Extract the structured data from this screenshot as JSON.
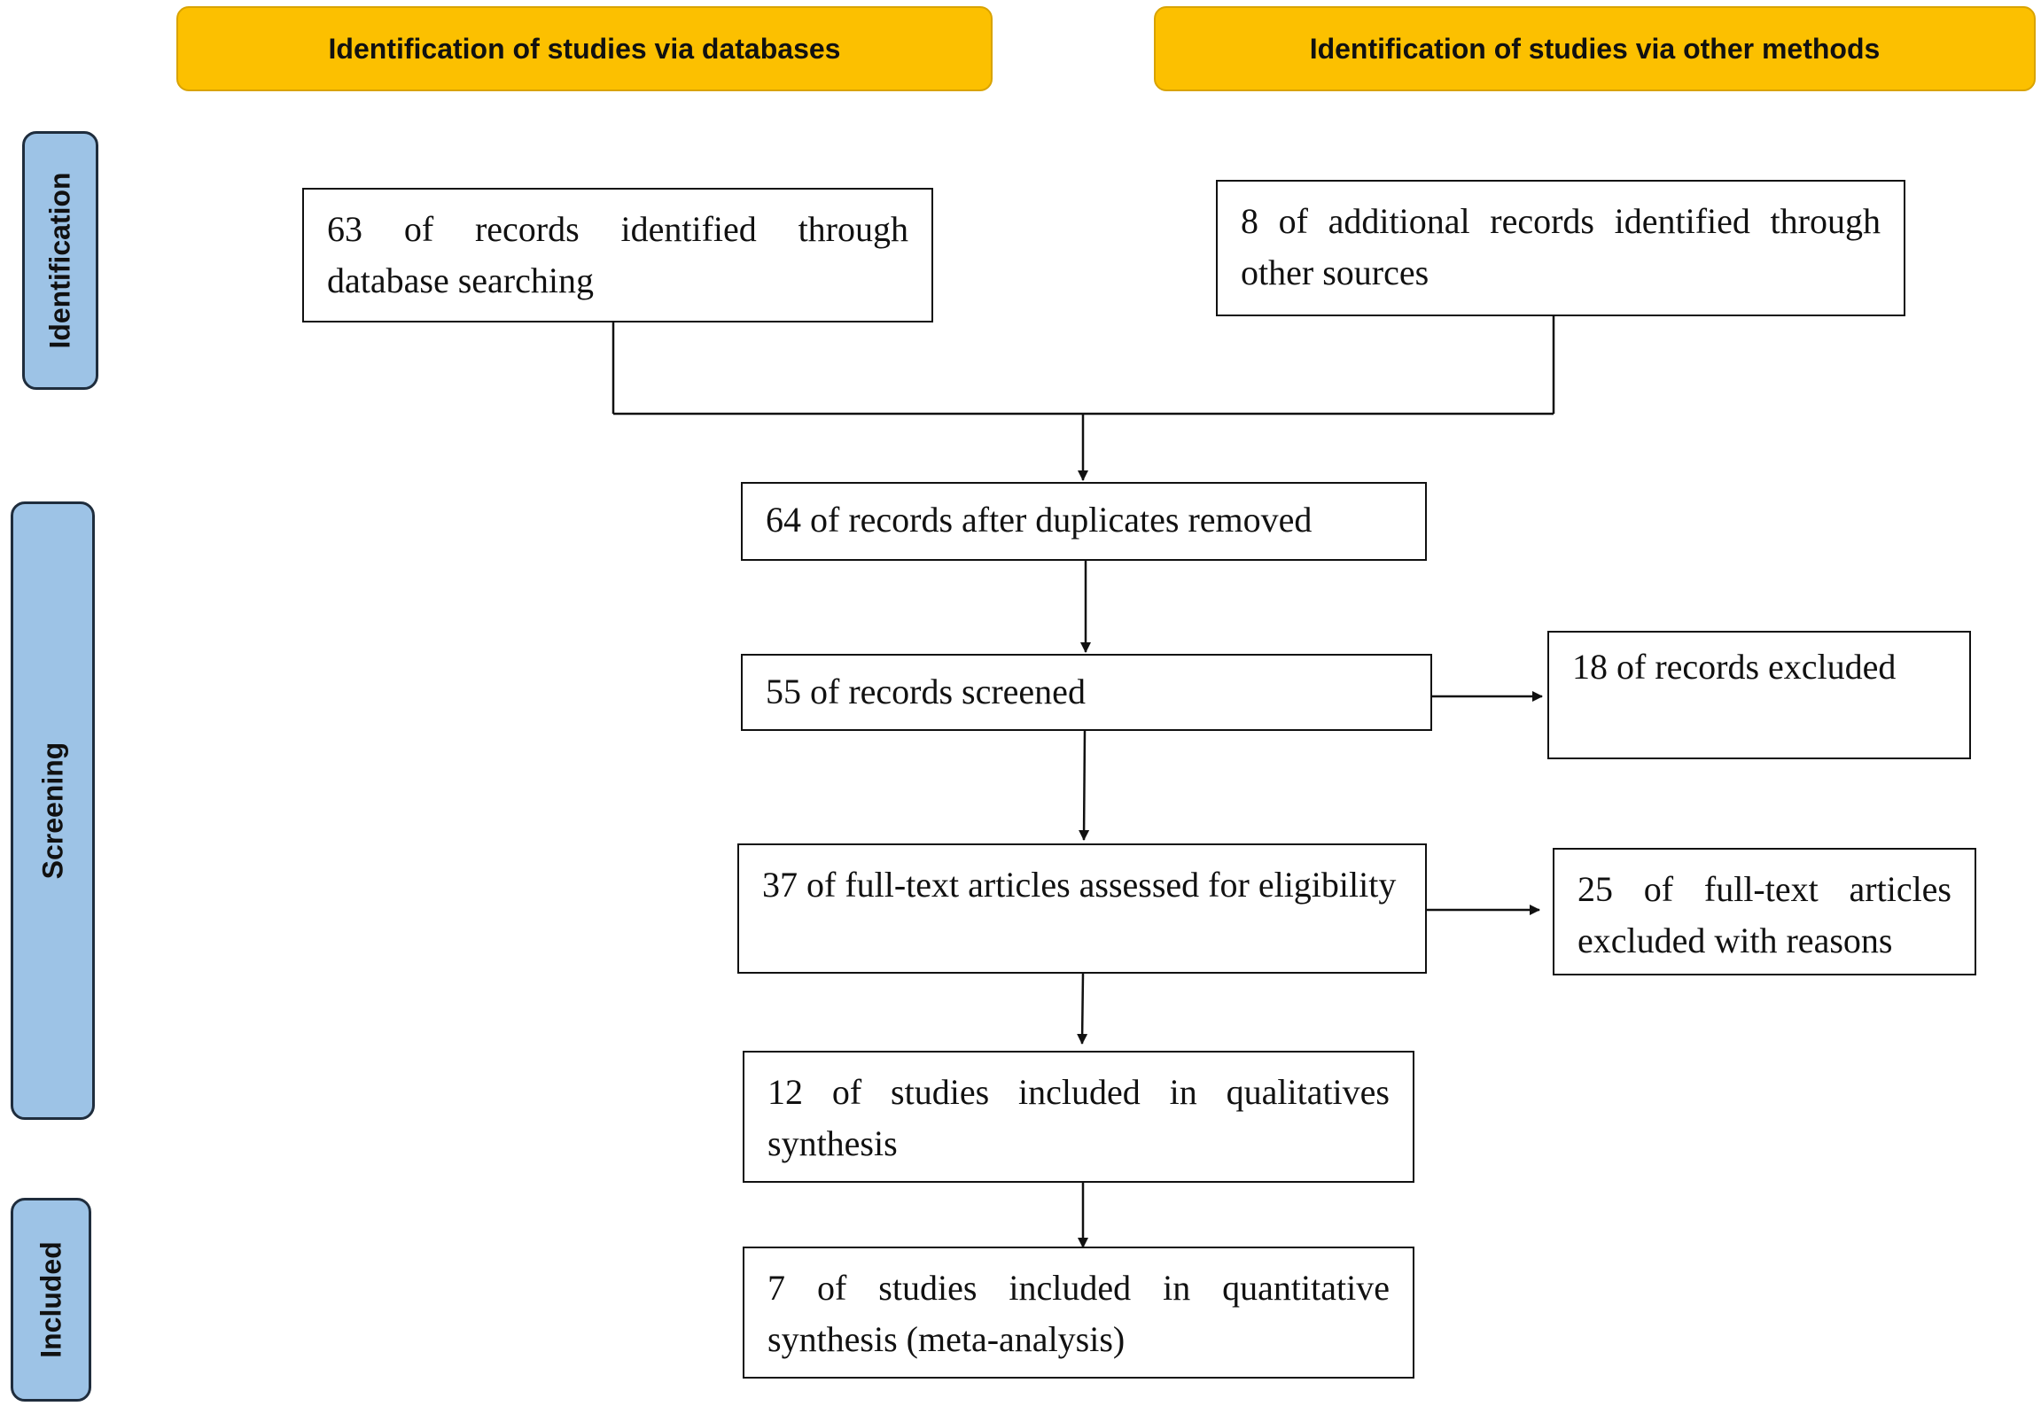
{
  "headers": {
    "databases": "Identification of studies via databases",
    "other_methods": "Identification of studies via other methods"
  },
  "phases": {
    "identification": "Identification",
    "screening": "Screening",
    "included": "Included"
  },
  "boxes": {
    "database_records": "63 of records identified through database searching",
    "other_records": "8 of additional records identified through other sources",
    "after_duplicates": "64 of records after duplicates removed",
    "screened": "55 of records screened",
    "excluded": "18 of records excluded",
    "fulltext_assessed": "37 of full-text articles assessed for eligibility",
    "fulltext_excluded": "25 of full-text articles excluded with reasons",
    "qualitative": "12 of studies included in qualitatives synthesis",
    "quantitative": "7 of studies included in quantitative synthesis (meta-analysis)"
  },
  "colors": {
    "header_fill": "#fcc000",
    "phase_fill": "#9dc3e6",
    "line": "#111111"
  }
}
